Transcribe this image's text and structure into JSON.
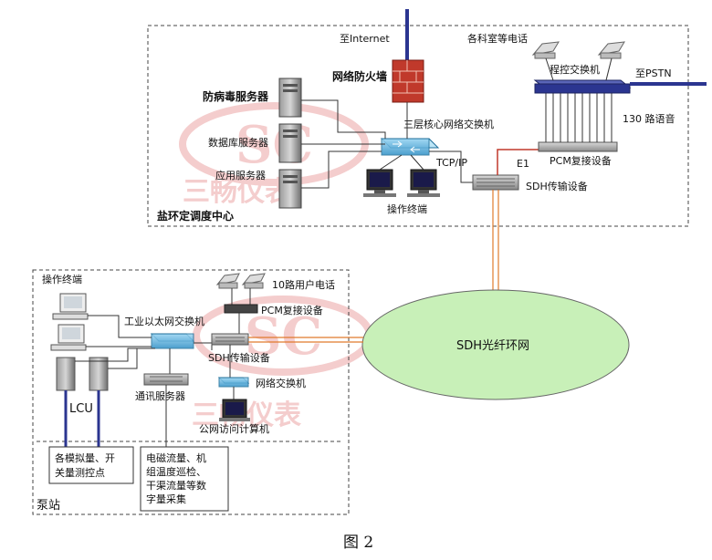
{
  "watermark": {
    "logo": "SC",
    "text": "三畅仪表",
    "color": "#f3c8c8"
  },
  "center": {
    "title": "盐环定调度中心",
    "internet": "至Internet",
    "firewall": "网络防火墙",
    "phones": "各科室等电话",
    "pbx": "程控交换机",
    "pstn": "至PSTN",
    "voice": "130 路语音",
    "antivirus": "防病毒服务器",
    "db": "数据库服务器",
    "app": "应用服务器",
    "core": "三层核心网络交换机",
    "tcpip": "TCP/IP",
    "e1": "E1",
    "pcm": "PCM复接设备",
    "sdh": "SDH传输设备",
    "terminal": "操作终端"
  },
  "station": {
    "title": "泵站",
    "terminal": "操作终端",
    "switch": "工业以太网交换机",
    "userphones": "10路用户电话",
    "pcm": "PCM复接设备",
    "sdh": "SDH传输设备",
    "comm": "通讯服务器",
    "netswitch": "网络交换机",
    "pubpc": "公网访问计算机",
    "lcu": "LCU",
    "box1": [
      "各模拟量、开",
      "关量测控点"
    ],
    "box2": [
      "电磁流量、机",
      "组温度巡检、",
      "干渠流量等数",
      "字量采集"
    ]
  },
  "ring": "SDH光纤环网",
  "caption": "图 2",
  "colors": {
    "link_blue": "#2b3590",
    "fiber": "#e07a2c",
    "e1_red": "#c0392b",
    "ring_fill": "#c8f0b8"
  }
}
